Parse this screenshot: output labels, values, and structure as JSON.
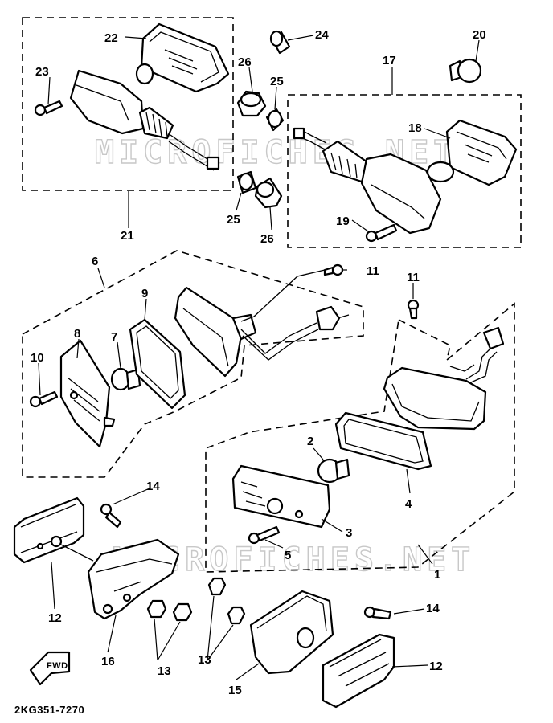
{
  "watermark": "MICROFICHES.NET",
  "diagram_code": "2KG351-7270",
  "fwd_label": "FWD",
  "callouts": [
    {
      "id": "c1",
      "text": "1"
    },
    {
      "id": "c2",
      "text": "2"
    },
    {
      "id": "c3",
      "text": "3"
    },
    {
      "id": "c4",
      "text": "4"
    },
    {
      "id": "c5",
      "text": "5"
    },
    {
      "id": "c6",
      "text": "6"
    },
    {
      "id": "c7",
      "text": "7"
    },
    {
      "id": "c8",
      "text": "8"
    },
    {
      "id": "c9",
      "text": "9"
    },
    {
      "id": "c10",
      "text": "10"
    },
    {
      "id": "c11a",
      "text": "11"
    },
    {
      "id": "c11b",
      "text": "11"
    },
    {
      "id": "c12a",
      "text": "12"
    },
    {
      "id": "c12b",
      "text": "12"
    },
    {
      "id": "c13a",
      "text": "13"
    },
    {
      "id": "c13b",
      "text": "13"
    },
    {
      "id": "c14a",
      "text": "14"
    },
    {
      "id": "c14b",
      "text": "14"
    },
    {
      "id": "c15",
      "text": "15"
    },
    {
      "id": "c16",
      "text": "16"
    },
    {
      "id": "c17",
      "text": "17"
    },
    {
      "id": "c18",
      "text": "18"
    },
    {
      "id": "c19",
      "text": "19"
    },
    {
      "id": "c20",
      "text": "20"
    },
    {
      "id": "c21",
      "text": "21"
    },
    {
      "id": "c22",
      "text": "22"
    },
    {
      "id": "c23",
      "text": "23"
    },
    {
      "id": "c24",
      "text": "24"
    },
    {
      "id": "c25a",
      "text": "25"
    },
    {
      "id": "c25b",
      "text": "25"
    },
    {
      "id": "c26a",
      "text": "26"
    },
    {
      "id": "c26b",
      "text": "26"
    }
  ]
}
